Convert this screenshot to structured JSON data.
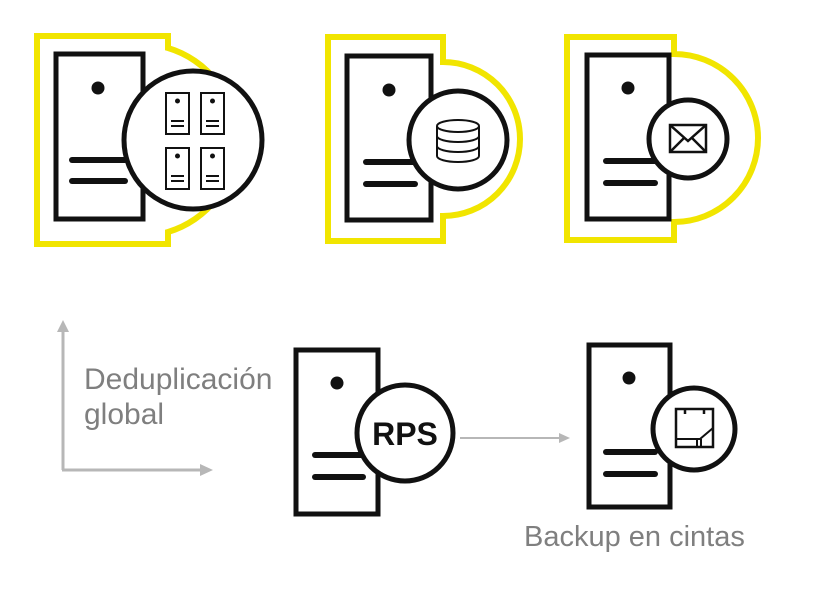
{
  "labels": {
    "dedup_line1": "Deduplicación",
    "dedup_line2": "global",
    "rps": "RPS",
    "tape": "Backup en cintas"
  },
  "colors": {
    "highlight": "#f1e500",
    "stroke": "#111111",
    "arrow": "#b7b7b7",
    "text": "#7f7f7f"
  },
  "icons": [
    "server-icon",
    "virtual-servers-icon",
    "database-icon",
    "mail-icon",
    "tape-icon",
    "rps-badge"
  ]
}
